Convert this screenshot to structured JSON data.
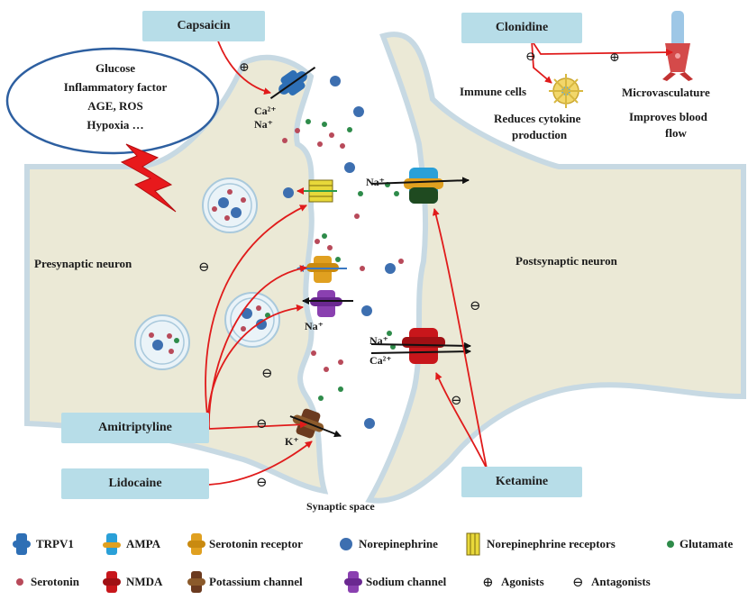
{
  "drugs": {
    "capsaicin": "Capsaicin",
    "clonidine": "Clonidine",
    "amitriptyline": "Amitriptyline",
    "lidocaine": "Lidocaine",
    "ketamine": "Ketamine"
  },
  "bubble": {
    "line1": "Glucose",
    "line2": "Inflammatory factor",
    "line3": "AGE, ROS",
    "line4": "Hypoxia …"
  },
  "labels": {
    "presynaptic": "Presynaptic neuron",
    "postsynaptic": "Postsynaptic neuron",
    "synaptic_space": "Synaptic space",
    "immune_cells": "Immune cells",
    "reduces_cytokine_1": "Reduces cytokine",
    "reduces_cytokine_2": "production",
    "microvasculature": "Microvasculature",
    "improves_blood_1": "Improves blood",
    "improves_blood_2": "flow"
  },
  "ions": {
    "ca": "Ca²⁺",
    "na": "Na⁺",
    "k": "K⁺"
  },
  "symbols": {
    "plus": "⊕",
    "minus": "⊖"
  },
  "legend": {
    "trpv1": "TRPV1",
    "ampa": "AMPA",
    "serotonin_receptor": "Serotonin receptor",
    "norepinephrine": "Norepinephrine",
    "norepinephrine_receptors": "Norepinephrine receptors",
    "glutamate": "Glutamate",
    "serotonin": "Serotonin",
    "nmda": "NMDA",
    "potassium_channel": "Potassium channel",
    "sodium_channel": "Sodium channel",
    "agonists": "Agonists",
    "antagonists": "Antagonists"
  },
  "colors": {
    "cell_fill": "#ebe9d6",
    "membrane": "#c7d9e3",
    "box": "#b7dde8",
    "arrow": "#e01b1b",
    "norepinephrine": "#3d6fb0",
    "serotonin": "#b84a5a",
    "glutamate": "#2e8b4a"
  }
}
